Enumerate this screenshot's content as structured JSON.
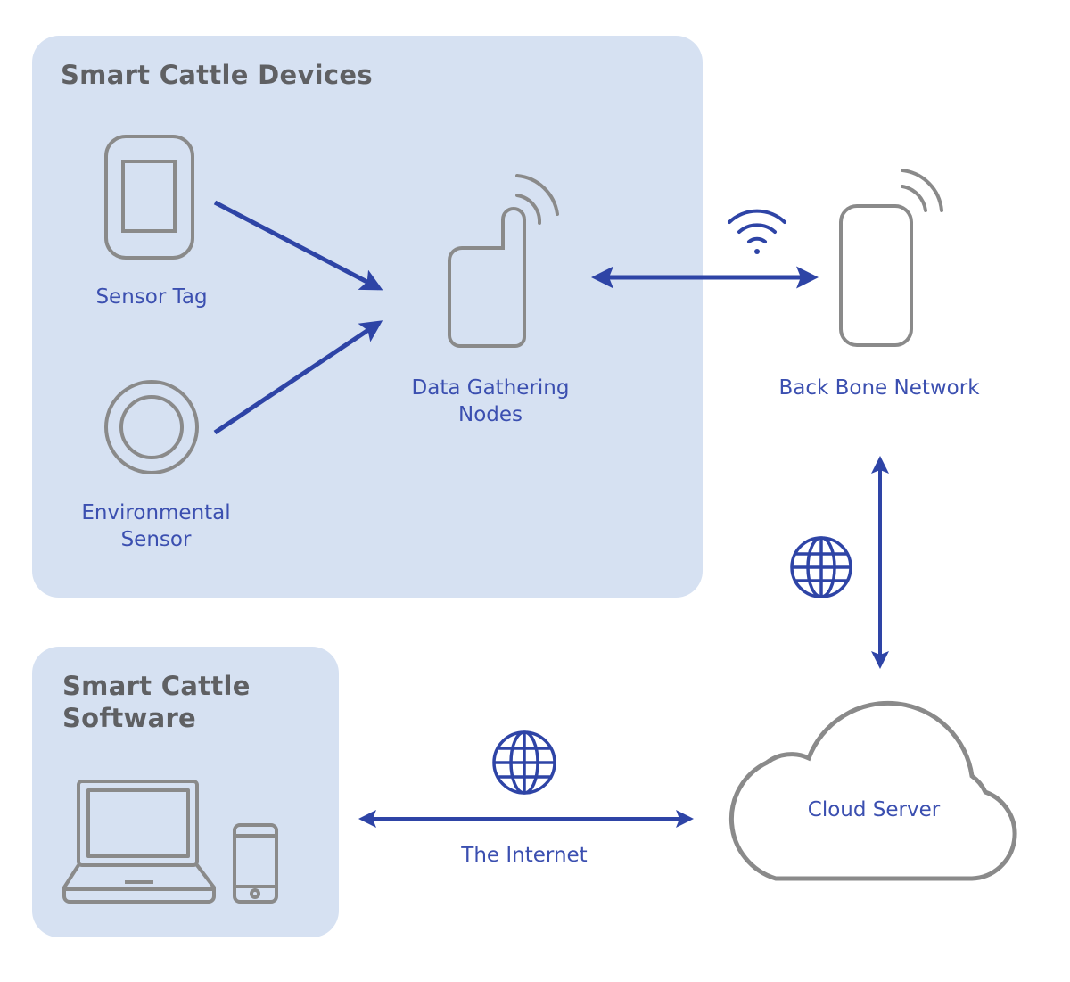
{
  "diagram": {
    "groups": [
      {
        "id": "devices",
        "title": "Smart Cattle Devices"
      },
      {
        "id": "software",
        "title_lines": [
          "Smart Cattle",
          "Software"
        ]
      }
    ],
    "nodes": {
      "sensor_tag": {
        "label": "Sensor Tag",
        "icon": "tag-icon"
      },
      "environmental_sensor": {
        "label_lines": [
          "Environmental",
          "Sensor"
        ],
        "icon": "ring-sensor-icon"
      },
      "data_gathering_nodes": {
        "label_lines": [
          "Data Gathering",
          "Nodes"
        ],
        "icon": "radio-device-icon"
      },
      "back_bone_network": {
        "label": "Back Bone Network",
        "icon": "network-device-icon"
      },
      "cloud_server": {
        "label": "Cloud Server",
        "icon": "cloud-icon"
      },
      "software_devices": {
        "icons": [
          "laptop-icon",
          "smartphone-icon"
        ]
      }
    },
    "connections": [
      {
        "from": "sensor_tag",
        "to": "data_gathering_nodes",
        "direction": "one-way"
      },
      {
        "from": "environmental_sensor",
        "to": "data_gathering_nodes",
        "direction": "one-way"
      },
      {
        "from": "data_gathering_nodes",
        "to": "back_bone_network",
        "direction": "two-way",
        "icon": "wifi-icon"
      },
      {
        "from": "back_bone_network",
        "to": "cloud_server",
        "direction": "two-way",
        "icon": "globe-icon"
      },
      {
        "from": "cloud_server",
        "to": "software",
        "direction": "two-way",
        "icon": "globe-icon",
        "label": "The Internet"
      }
    ],
    "colors": {
      "panel_fill": "#d6e1f2",
      "accent_blue": "#2e44a6",
      "label_blue": "#3b4fb0",
      "icon_gray": "#8a8a8a",
      "title_gray": "#5f6063"
    }
  }
}
